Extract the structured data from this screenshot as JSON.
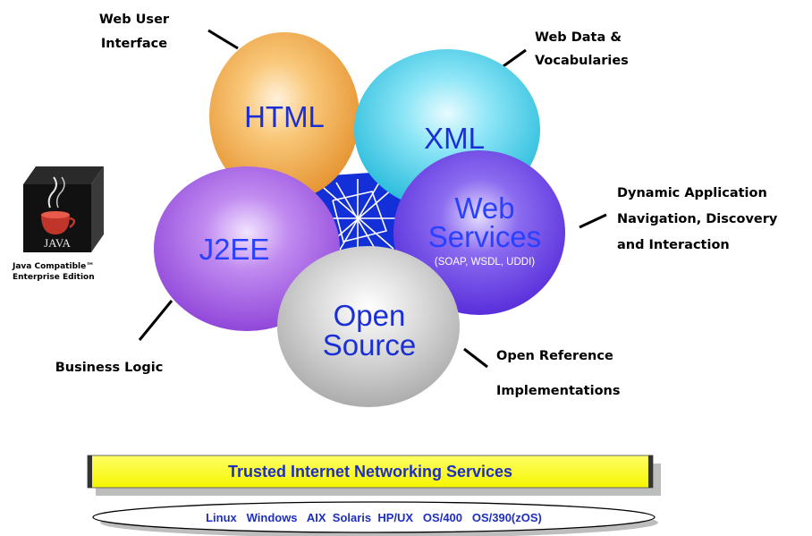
{
  "callouts": {
    "web_user_interface": [
      "Web User",
      "Interface"
    ],
    "web_data": [
      "Web Data &",
      "Vocabularies"
    ],
    "dynamic_app": [
      "Dynamic Application",
      "Navigation, Discovery",
      "and Interaction"
    ],
    "business_logic": "Business Logic",
    "open_reference": [
      "Open Reference",
      "Implementations"
    ]
  },
  "balls": {
    "html": "HTML",
    "xml": "XML",
    "j2ee": "J2EE",
    "web_services": [
      "Web",
      "Services"
    ],
    "web_services_sub": "(SOAP, WSDL, UDDI)",
    "open_source": [
      "Open",
      "Source"
    ]
  },
  "colors": {
    "html_ball": "#f5b860",
    "xml_ball": "#6fdcf2",
    "j2ee_ball": "#b16ee8",
    "web_services_ball": "#7a50ea",
    "open_source_ball": "#d6d6d6",
    "banner_fill": "#ffff33",
    "label_blue": "#1f2fbf"
  },
  "logo": {
    "java_label": "JAVA",
    "caption": [
      "Java Compatible™",
      "Enterprise Edition"
    ]
  },
  "banner": {
    "text": "Trusted Internet Networking Services"
  },
  "os_bar": {
    "text": "Linux   Windows   AIX  Solaris  HP/UX   OS/400   OS/390(zOS)"
  }
}
